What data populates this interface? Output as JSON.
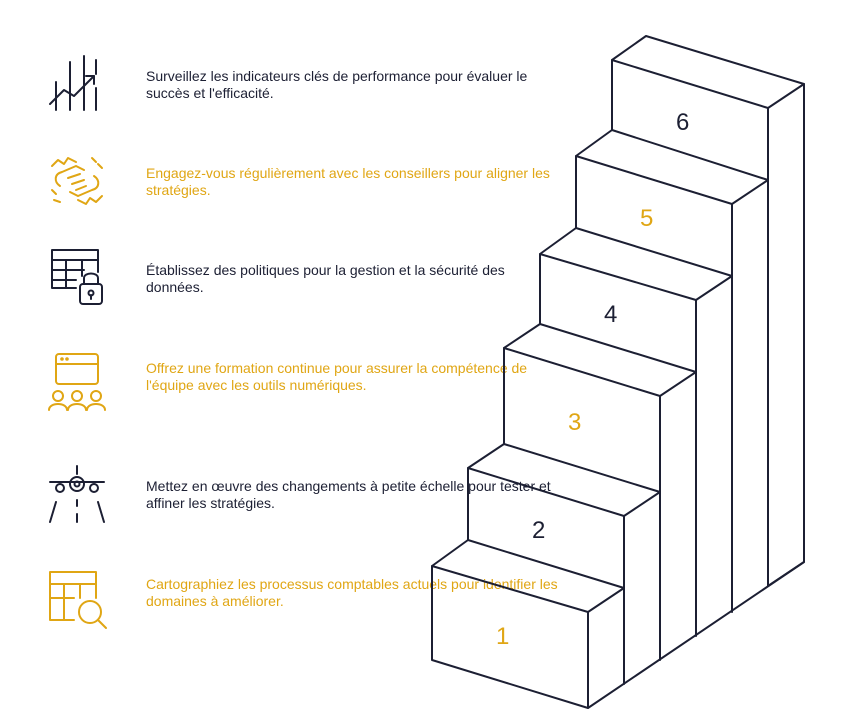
{
  "colors": {
    "dark": "#1c1f33",
    "gold": "#e0a614",
    "background": "#ffffff"
  },
  "steps": [
    {
      "number": "6",
      "icon": "chart-growth-icon",
      "color": "dark",
      "text": "Surveillez les indicateurs clés de performance pour évaluer le succès et l'efficacité."
    },
    {
      "number": "5",
      "icon": "handshake-icon",
      "color": "gold",
      "text": "Engagez-vous régulièrement avec les conseillers pour aligner les stratégies."
    },
    {
      "number": "4",
      "icon": "table-lock-icon",
      "color": "dark",
      "text": "Établissez des politiques pour la gestion et la sécurité des données."
    },
    {
      "number": "3",
      "icon": "training-group-icon",
      "color": "gold",
      "text": "Offrez une formation continue pour assurer la compétence de l'équipe avec les outils numériques."
    },
    {
      "number": "2",
      "icon": "airplane-runway-icon",
      "color": "dark",
      "text": "Mettez en œuvre des changements à petite échelle pour tester et affiner les stratégies."
    },
    {
      "number": "1",
      "icon": "table-search-icon",
      "color": "gold",
      "text": "Cartographiez les processus comptables actuels pour identifier les domaines à améliorer."
    }
  ]
}
